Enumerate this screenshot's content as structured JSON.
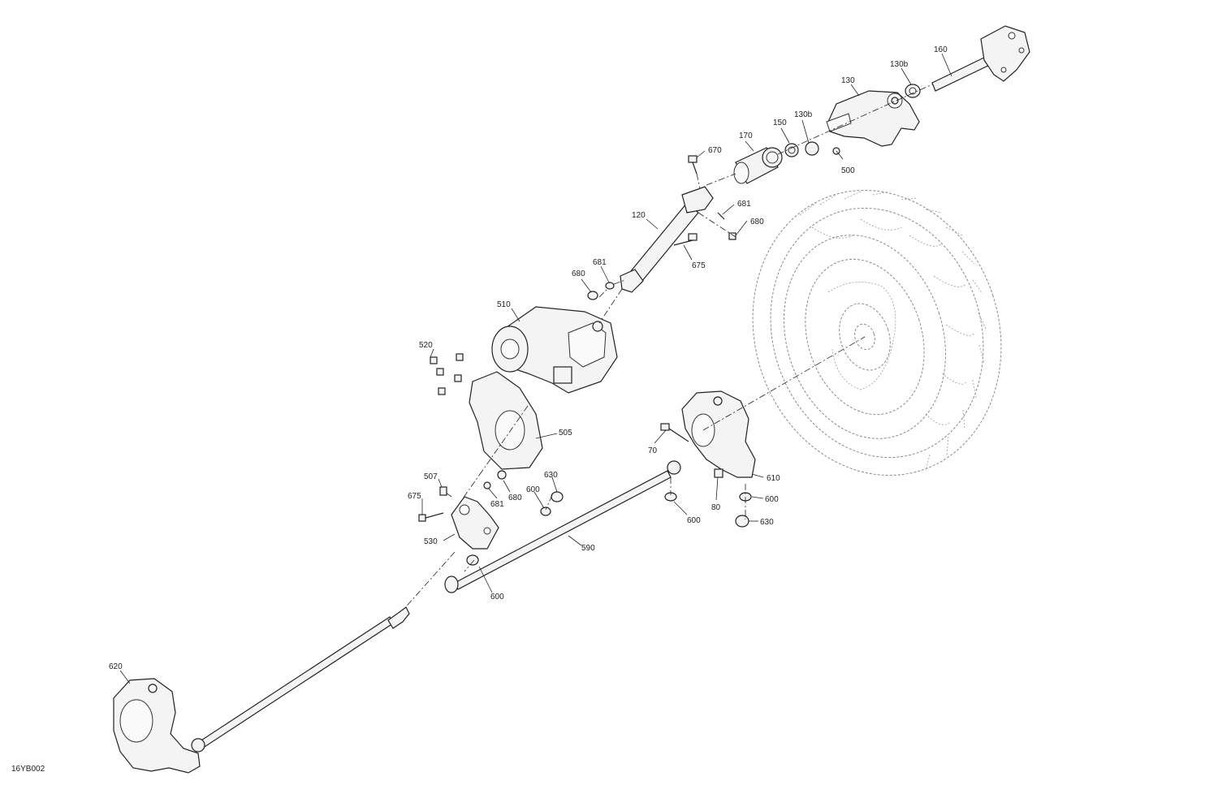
{
  "diagram": {
    "code": "16YB002",
    "callouts": [
      "160",
      "130b",
      "130",
      "130b",
      "150",
      "170",
      "670",
      "500",
      "681",
      "680",
      "120",
      "675",
      "681",
      "680",
      "510",
      "520",
      "505",
      "70",
      "610",
      "507",
      "630",
      "675",
      "680",
      "600",
      "681",
      "600",
      "80",
      "600",
      "530",
      "590",
      "600",
      "630",
      "600",
      "620"
    ]
  }
}
